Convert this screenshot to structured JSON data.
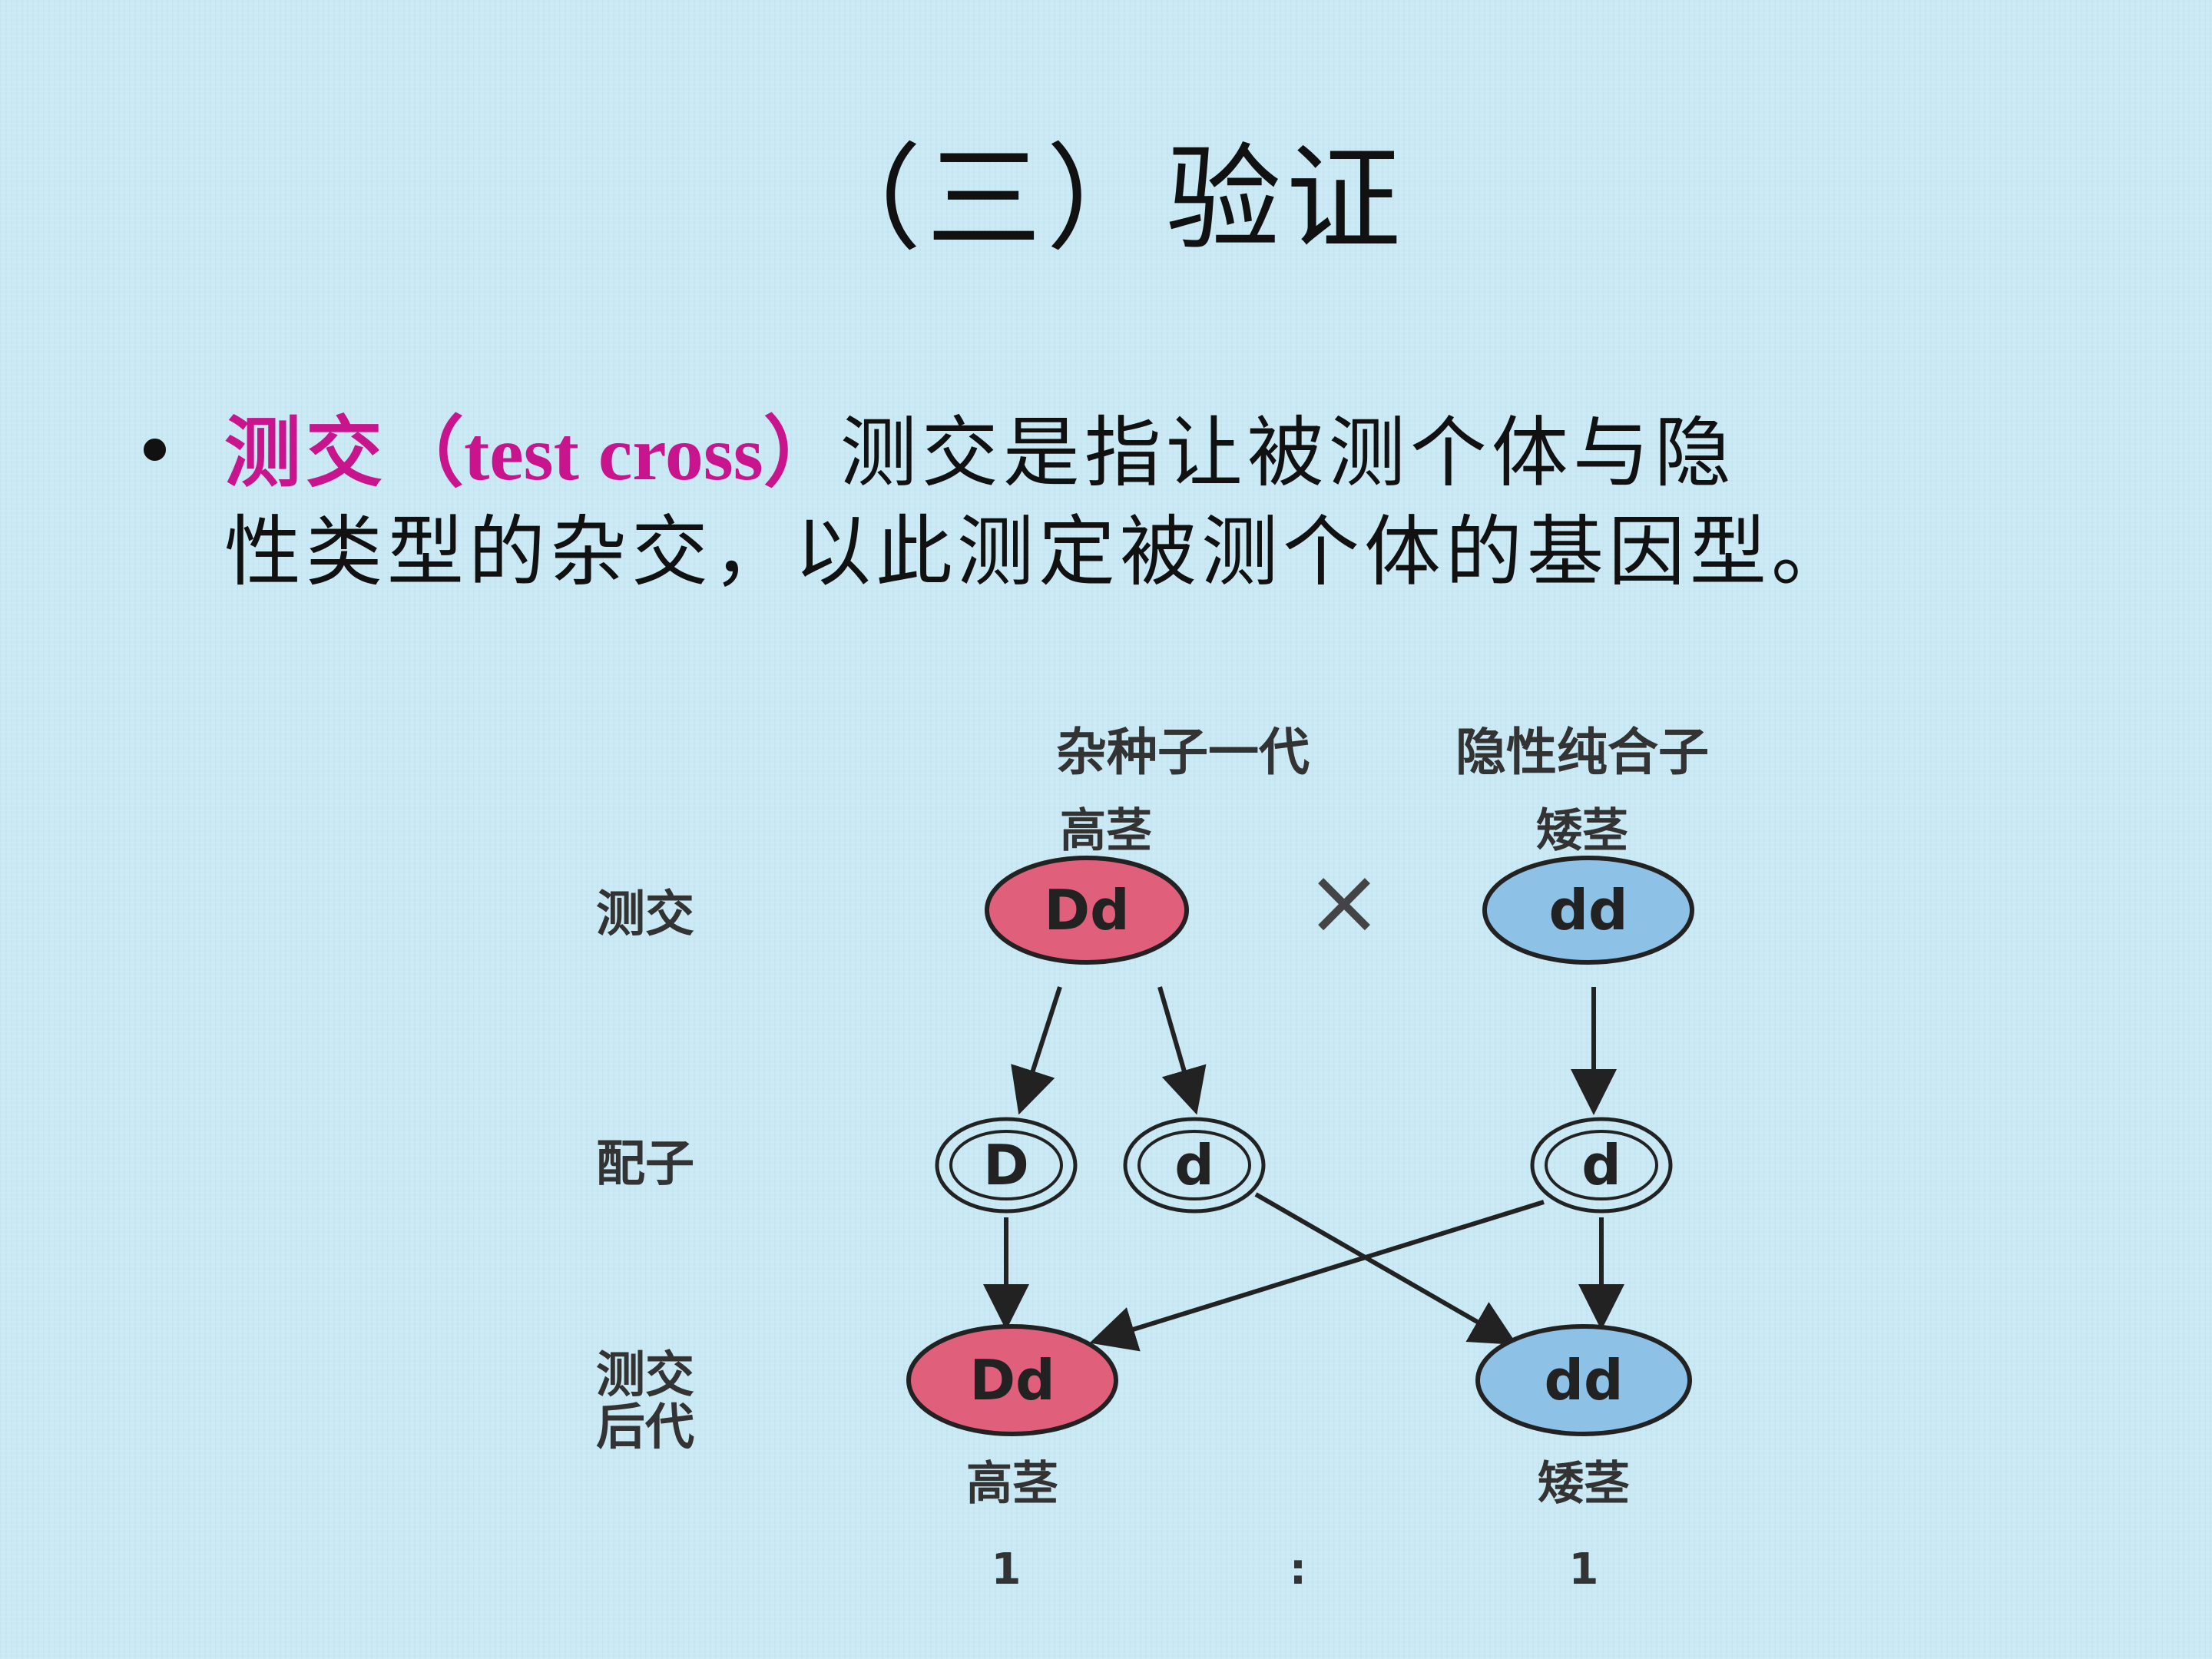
{
  "title": "（三）验证",
  "bullet": {
    "term_cn": "测交",
    "term_en": "（test cross）",
    "line1_rest": "测交是指让被测个体与隐",
    "line2": "性类型的杂交，以此测定被测个体的基因型。"
  },
  "diagram": {
    "parent_left_header": "杂种子一代",
    "parent_right_header": "隐性纯合子",
    "parent_left_trait": "高茎",
    "parent_right_trait": "矮茎",
    "parent_left_genotype": "Dd",
    "parent_right_genotype": "dd",
    "cross_symbol": "×",
    "row_label_cross": "测交",
    "row_label_gamete": "配子",
    "row_label_offspring_1": "测交",
    "row_label_offspring_2": "后代",
    "gamete_1": "D",
    "gamete_2": "d",
    "gamete_3": "d",
    "offspring_left_genotype": "Dd",
    "offspring_right_genotype": "dd",
    "offspring_left_trait": "高茎",
    "offspring_right_trait": "矮茎",
    "ratio_left": "1",
    "ratio_sep": ":",
    "ratio_right": "1",
    "colors": {
      "dominant_fill": "#e0607c",
      "recessive_fill": "#8ec1e6",
      "outline": "#222222"
    }
  }
}
